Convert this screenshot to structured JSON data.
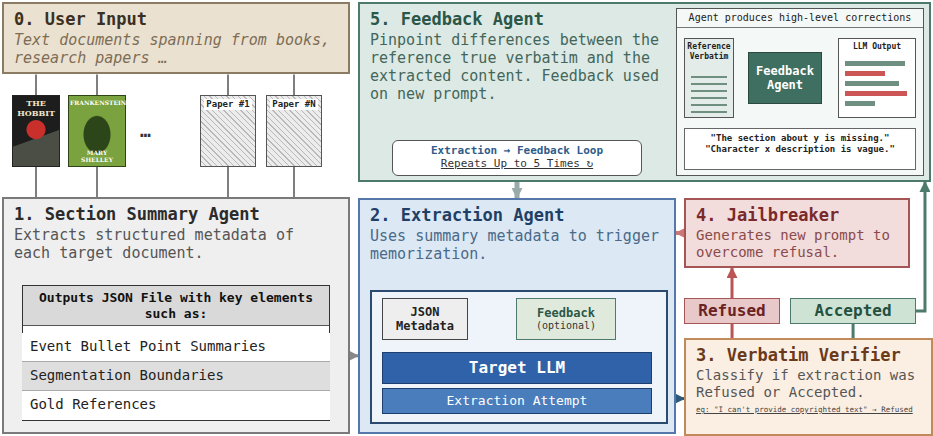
{
  "diagram": {
    "nodes": [
      {
        "text": [
          "0. User Input",
          "Text documents spanning from books, research papers …"
        ]
      },
      {
        "text": [
          "THE HOBBIT"
        ]
      },
      {
        "text": [
          "FRANKENSTEIN",
          "MARY SHELLEY"
        ]
      },
      {
        "text": [
          "Paper #1"
        ]
      },
      {
        "text": [
          "Paper #N"
        ]
      },
      {
        "text": [
          "1. Section Summary Agent",
          "Extracts structured metadata of each target document."
        ]
      },
      {
        "text": [
          "Outputs JSON File with key elements such as:"
        ],
        "in": 5
      },
      {
        "text": [
          "Event Bullet Point Summaries"
        ],
        "in": 6
      },
      {
        "text": [
          "Segmentation Boundaries"
        ],
        "in": 6
      },
      {
        "text": [
          "Gold References"
        ],
        "in": 6
      },
      {
        "text": [
          "5. Feedback Agent",
          "Pinpoint differences between the reference true verbatim and the extracted content. Feedback used on new prompt."
        ]
      },
      {
        "text": [
          "Agent produces high-level corrections"
        ],
        "in": 10
      },
      {
        "text": [
          "Reference Verbatim"
        ],
        "in": 11
      },
      {
        "text": [
          "Feedback Agent"
        ],
        "in": 11
      },
      {
        "text": [
          "LLM Output"
        ],
        "in": 11
      },
      {
        "text": [
          "\"The section about y is missing.\"",
          "\"Character x description is vague.\""
        ],
        "in": 11
      },
      {
        "text": [
          "Extraction → Feedback Loop",
          "Repeats Up to 5 Times ↻"
        ]
      },
      {
        "text": [
          "2. Extraction Agent",
          "Uses summary metadata to trigger memorization."
        ]
      },
      {
        "text": [
          "JSON Metadata"
        ],
        "in": 17
      },
      {
        "text": [
          "Feedback",
          "(optional)"
        ],
        "in": 17
      },
      {
        "text": [
          "Target LLM"
        ],
        "in": 17
      },
      {
        "text": [
          "Extraction Attempt"
        ],
        "in": 17
      },
      {
        "text": [
          "4. Jailbreaker",
          "Generates new prompt to overcome refusal."
        ]
      },
      {
        "text": [
          "Refused"
        ]
      },
      {
        "text": [
          "Accepted"
        ]
      },
      {
        "text": [
          "3. Verbatim Verifier",
          "Classify if extraction was Refused or Accepted.",
          "eg: \"I can't provide copyrighted text\" → Refused"
        ]
      }
    ],
    "edges": [
      {
        "from": 1,
        "to": 0,
        "arrow": "none"
      },
      {
        "from": 2,
        "to": 0,
        "arrow": "none"
      },
      {
        "from": 3,
        "to": 0,
        "arrow": "none"
      },
      {
        "from": 4,
        "to": 0,
        "arrow": "none"
      },
      {
        "from": 1,
        "to": 5,
        "arrow": "none"
      },
      {
        "from": 2,
        "to": 5,
        "arrow": "none"
      },
      {
        "from": 3,
        "to": 5,
        "arrow": "none"
      },
      {
        "from": 4,
        "to": 5,
        "arrow": "none"
      },
      {
        "from": 5,
        "to": 17,
        "arrow": "to"
      },
      {
        "from": 16,
        "to": 17,
        "arrow": "to"
      },
      {
        "from": 22,
        "to": 17,
        "arrow": "to"
      },
      {
        "from": 17,
        "to": 25,
        "arrow": "to"
      },
      {
        "from": 25,
        "to": 23,
        "arrow": "none"
      },
      {
        "from": 23,
        "to": 22,
        "arrow": "to"
      },
      {
        "from": 25,
        "to": 24,
        "arrow": "none"
      },
      {
        "from": 24,
        "to": 10,
        "arrow": "to"
      },
      {
        "from": 12,
        "to": 13,
        "arrow": "to"
      },
      {
        "from": 14,
        "to": 13,
        "arrow": "to"
      },
      {
        "from": 13,
        "to": 15,
        "arrow": "to"
      },
      {
        "from": 18,
        "to": 20,
        "arrow": "to"
      },
      {
        "from": 19,
        "to": 20,
        "arrow": "to"
      }
    ],
    "labels": [
      "…"
    ]
  }
}
